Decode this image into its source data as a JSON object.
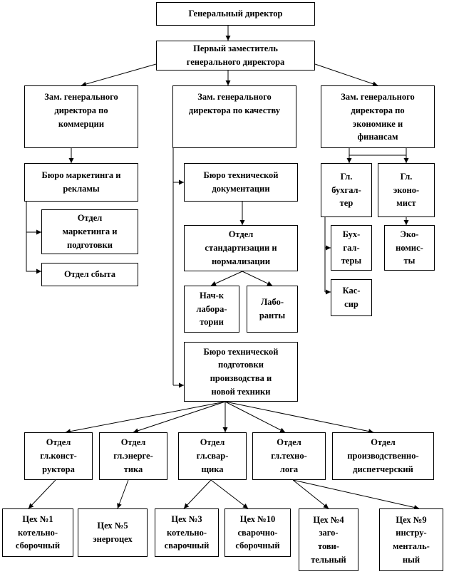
{
  "nodes": {
    "ceo": [
      "Генеральный директор"
    ],
    "first_deputy": [
      "Первый заместитель",
      "генерального директора"
    ],
    "deputy_commerce": [
      "Зам. генерального",
      "директора по",
      "коммерции"
    ],
    "deputy_quality": [
      "Зам. генерального",
      "директора по качеству"
    ],
    "deputy_economics": [
      "Зам. генерального",
      "директора по",
      "экономике и",
      "финансам"
    ],
    "marketing_bureau": [
      "Бюро маркетинга и",
      "рекламы"
    ],
    "marketing_dept": [
      "Отдел",
      "маркетинга и",
      "подготовки"
    ],
    "sales_dept": [
      "Отдел сбыта"
    ],
    "tech_doc_bureau": [
      "Бюро технической",
      "документации"
    ],
    "standard_dept": [
      "Отдел",
      "стандартизации и",
      "нормализации"
    ],
    "lab_head": [
      "Нач-к",
      "лабора-",
      "тории"
    ],
    "lab_staff": [
      "Лабо-",
      "ранты"
    ],
    "chief_accountant": [
      "Гл.",
      "бухгал-",
      "тер"
    ],
    "chief_economist": [
      "Гл.",
      "эконо-",
      "мист"
    ],
    "accountants": [
      "Бух-",
      "гал-",
      "теры"
    ],
    "economists": [
      "Эко-",
      "номис-",
      "ты"
    ],
    "cashier": [
      "Кас-",
      "сир"
    ],
    "tech_prep_bureau": [
      "Бюро технической",
      "подготовки",
      "производства и",
      "новой техники"
    ],
    "dept_designer": [
      "Отдел",
      "гл.конст-",
      "руктора"
    ],
    "dept_energy": [
      "Отдел",
      "гл.энерге-",
      "тика"
    ],
    "dept_welder": [
      "Отдел",
      "гл.свар-",
      "щика"
    ],
    "dept_technologist": [
      "Отдел",
      "гл.техно-",
      "лога"
    ],
    "dept_dispatch": [
      "Отдел",
      "производственно-",
      "диспетчерский"
    ],
    "shop_1": [
      "Цех №1",
      "котельно-",
      "сборочный"
    ],
    "shop_5": [
      "Цех №5",
      "энергоцех"
    ],
    "shop_3": [
      "Цех №3",
      "котельно-",
      "сварочный"
    ],
    "shop_10": [
      "Цех №10",
      "сварочно-",
      "сборочный"
    ],
    "shop_4": [
      "Цех №4",
      "заго-",
      "тови-",
      "тельный"
    ],
    "shop_9": [
      "Цех №9",
      "инстру-",
      "менталь-",
      "ный"
    ]
  }
}
